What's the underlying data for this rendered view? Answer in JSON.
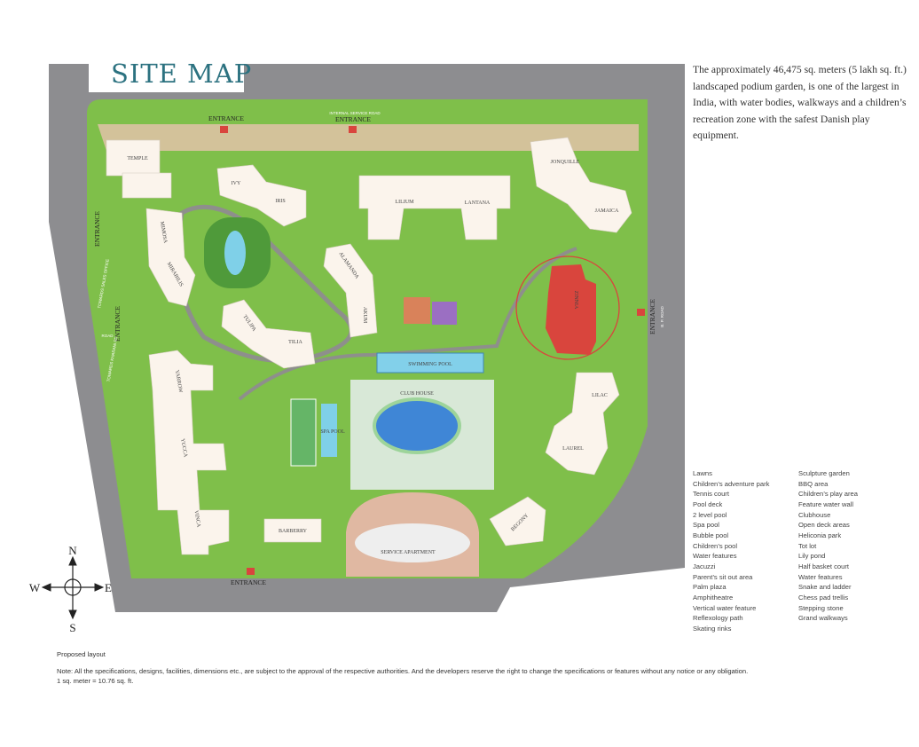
{
  "title": "SITE MAP",
  "description": "The approximately 46,475 sq. meters (5 lakh sq. ft.) landscaped podium garden, is one of the largest in India, with water bodies, walkways and a children’s recreation zone with the safest Danish play equipment.",
  "map": {
    "entrances": {
      "label": "ENTRANCE"
    },
    "roads": {
      "internal_service_road": "INTERNAL SERVICE ROAD",
      "sales_office": "TOWARDS SALES OFFICE",
      "road_left": "TOWARDS KHARANI RD",
      "road_right": "B. P. ROAD",
      "road_left_small": "ROAD"
    },
    "buildings": {
      "temple": "TEMPLE",
      "ivy": "IVY",
      "iris": "IRIS",
      "lilium": "LILIUM",
      "lantana": "LANTANA",
      "mimosa": "MIMOSA",
      "mirabilis": "MIRABILIS",
      "alamanda": "ALAMANDA",
      "akum": "AKUM",
      "tulipa": "TULIPA",
      "tilia": "TILIA",
      "yarrow": "YARROW",
      "yucca": "YUCCA",
      "vinca": "VINCA",
      "barberry": "BARBERRY",
      "jonquille": "JONQUILLE",
      "jamaica": "JAMAICA",
      "zinnia": "ZINNIA",
      "lilac": "LILAC",
      "laurel": "LAUREL",
      "begony": "BEGONY",
      "club_house": "CLUB HOUSE",
      "swimming_pool": "SWIMMING POOL",
      "service_apartment": "SERVICE APARTMENT",
      "spa_pool": "SPA POOL"
    },
    "highlight_color": "#d9453d",
    "compass": {
      "n": "N",
      "s": "S",
      "e": "E",
      "w": "W"
    }
  },
  "legend": {
    "col1": [
      "Lawns",
      "Children’s adventure park",
      "Tennis court",
      "Pool deck",
      "2 level pool",
      "Spa pool",
      "Bubble pool",
      "Children’s pool",
      "Water features",
      "Jacuzzi",
      "Parent’s sit out area",
      "Palm plaza",
      "Amphitheatre",
      "Vertical water feature",
      "Reflexology path",
      "Skating rinks"
    ],
    "col2": [
      "Sculpture garden",
      "BBQ area",
      "Children’s play area",
      "Feature water wall",
      "Clubhouse",
      "Open deck areas",
      "Heliconia park",
      "Tot lot",
      "Lily pond",
      "Half basket court",
      "Water features",
      "Snake and ladder",
      "Chess pad trellis",
      "Stepping stone",
      "Grand walkways"
    ]
  },
  "footer": {
    "proposed": "Proposed layout",
    "note": "Note: All the specifications, designs, facilities, dimensions etc., are subject to the approval of the respective authorities. And the developers reserve the right to change the specifications or features without any notice or any obligation.",
    "conversion": "1 sq. meter = 10.76 sq. ft."
  }
}
